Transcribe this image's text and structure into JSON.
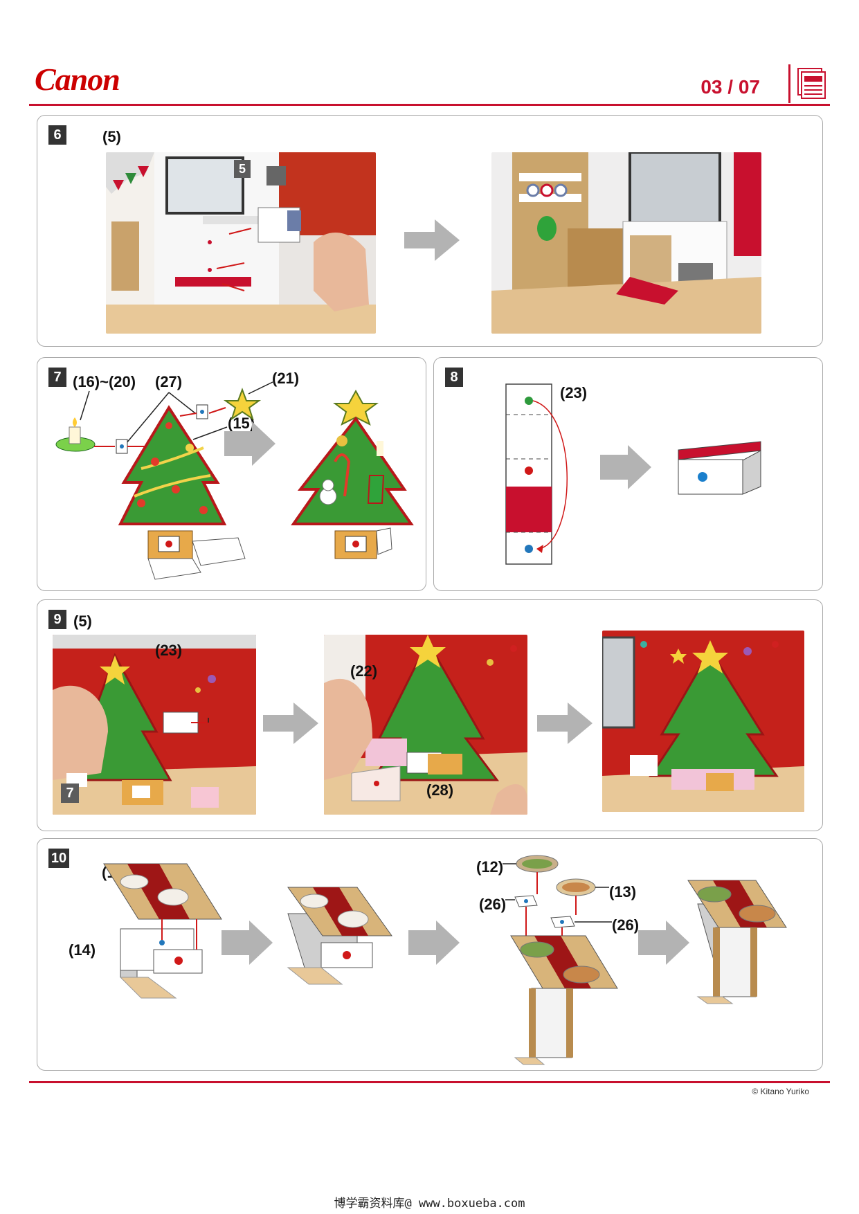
{
  "header": {
    "brand": "Canon",
    "page_indicator": "03 / 07"
  },
  "steps": [
    {
      "number": "6",
      "labels": [
        "(5)",
        "5"
      ]
    },
    {
      "number": "7",
      "labels": [
        "(16)~(20)",
        "(27)",
        "(21)",
        "(15)"
      ]
    },
    {
      "number": "8",
      "labels": [
        "(23)"
      ]
    },
    {
      "number": "9",
      "labels": [
        "(5)",
        "(23)",
        "7",
        "(22)",
        "(28)"
      ]
    },
    {
      "number": "10",
      "labels": [
        "(11)",
        "(14)",
        "(12)",
        "(13)",
        "(26)",
        "(26)"
      ]
    }
  ],
  "footer": {
    "copyright": "© Kitano Yuriko",
    "watermark": "博学霸资料库@ www.boxueba.com"
  },
  "colors": {
    "brand_red": "#c8102e",
    "arrow_gray": "#b3b3b3",
    "panel_border": "#a9a9a9"
  }
}
